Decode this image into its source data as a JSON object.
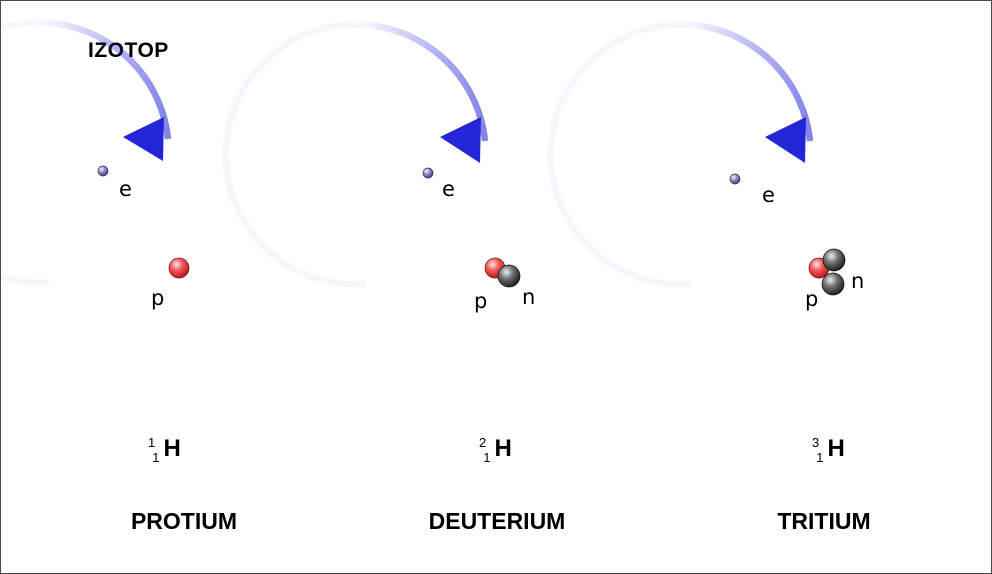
{
  "title": "IZOTOP",
  "isotopes": [
    {
      "name": "PROTIUM",
      "symbol": "H",
      "mass_number": "1",
      "atomic_number": "1",
      "electron_label": "e",
      "proton_label": "p",
      "neutron_label": "",
      "protons": 1,
      "neutrons": 0
    },
    {
      "name": "DEUTERIUM",
      "symbol": "H",
      "mass_number": "2",
      "atomic_number": "1",
      "electron_label": "e",
      "proton_label": "p",
      "neutron_label": "n",
      "protons": 1,
      "neutrons": 1
    },
    {
      "name": "TRITIUM",
      "symbol": "H",
      "mass_number": "3",
      "atomic_number": "1",
      "electron_label": "e",
      "proton_label": "p",
      "neutron_label": "n",
      "protons": 1,
      "neutrons": 2
    }
  ],
  "colors": {
    "orbit": "#2020d8",
    "proton": "#e23a3a",
    "neutron": "#3a3a3a",
    "electron": "#6a6aa8"
  }
}
